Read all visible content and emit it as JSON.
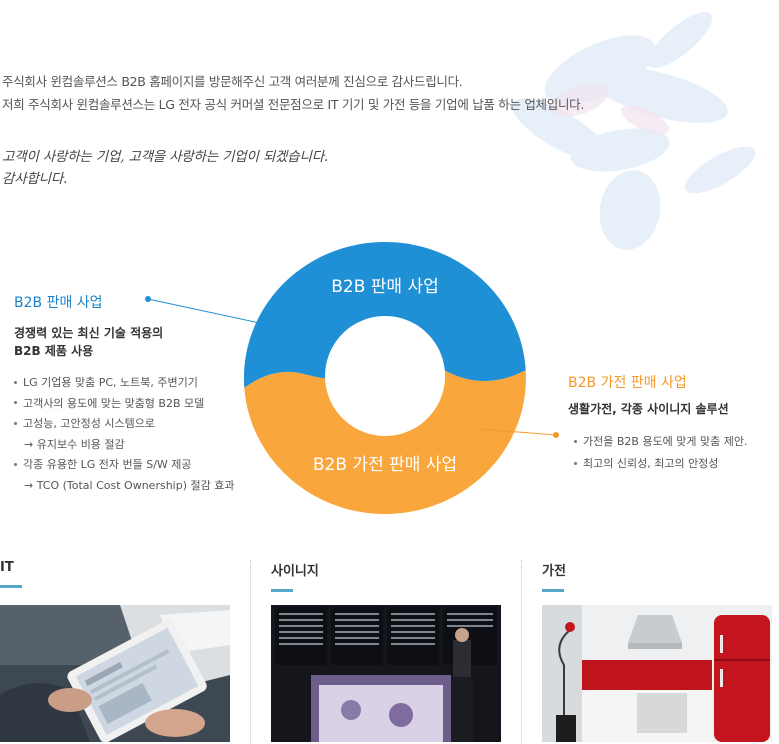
{
  "intro": {
    "line1": "주식회사 윈컴솔루션스 B2B 홈페이지를 방문해주신 고객 여러분께 진심으로 감사드립니다.",
    "line2": "저희 주식회사 윈컴솔루션스는 LG 전자 공식 커머셜 전문점으로 IT 기기 및 가전 등을 기업에 납품 하는 업체입니다."
  },
  "handwriting": {
    "line1": "고객이 사랑하는 기업, 고객을 사랑하는 기업이 되겠습니다.",
    "line2": "감사합니다."
  },
  "donut": {
    "top_label": "B2B 판매 사업",
    "bottom_label": "B2B 가전 판매 사업",
    "colors": {
      "blue": "#1f8fd6",
      "orange": "#f9a63c"
    }
  },
  "left_panel": {
    "title": "B2B 판매 사업",
    "subtitle_line1": "경쟁력 있는 최신 기술 적용의",
    "subtitle_line2": "B2B 제품 사용",
    "bullets": [
      "LG 기업용 맞춤 PC, 노트북, 주변기기",
      "고객사의 용도에 맞는 맞춤형 B2B 모델",
      "고성능, 고안정성 시스템으로",
      "→ 유지보수 비용 절감",
      "각종 유용한 LG 전자 번들 S/W 제공",
      "→ TCO (Total Cost Ownership) 절감 효과"
    ]
  },
  "right_panel": {
    "title": "B2B 가전 판매 사업",
    "subtitle": "생활가전, 각종 사이니지 솔루션",
    "bullets": [
      "가전을 B2B 용도에 맞게 맞춤 제안.",
      "최고의 신뢰성, 최고의 안정성"
    ]
  },
  "categories": [
    {
      "label": "IT",
      "icon": "tablet-photo"
    },
    {
      "label": "사이니지",
      "icon": "signage-board-photo"
    },
    {
      "label": "가전",
      "icon": "kitchen-refrigerator-photo"
    }
  ]
}
